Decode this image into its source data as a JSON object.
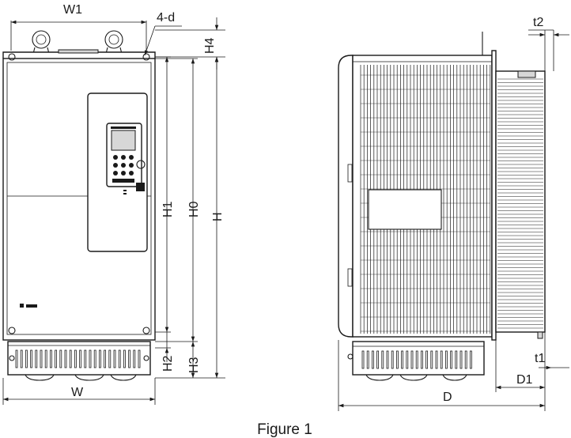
{
  "figure": {
    "caption": "Figure 1",
    "front_view": {
      "labels": {
        "W1": "W1",
        "hole": "4-d",
        "H4": "H4",
        "H1": "H1",
        "H0": "H0",
        "H": "H",
        "H2": "H2",
        "H3": "H3",
        "W": "W"
      }
    },
    "side_view": {
      "labels": {
        "t2": "t2",
        "t1": "t1",
        "D1": "D1",
        "D": "D"
      }
    },
    "colors": {
      "line": "#1a1a1a",
      "vent": "#d7d7d7",
      "background": "#ffffff"
    }
  }
}
